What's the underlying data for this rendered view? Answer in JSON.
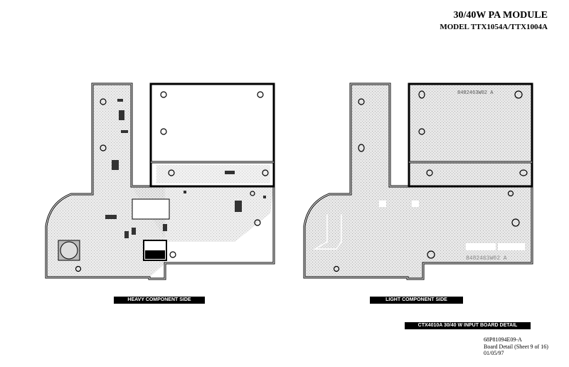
{
  "header": {
    "title": "30/40W PA MODULE",
    "model": "MODEL TTX1054A/TTX1004A"
  },
  "boards": {
    "heavy_label": "HEAVY COMPONENT SIDE",
    "light_label": "LIGHT COMPONENT SIDE",
    "light_part_top": "8482463W02 A",
    "light_part_bottom": "8482463W02 A"
  },
  "footer": {
    "banner": "CTX4010A  30/40 W  INPUT BOARD DETAIL",
    "doc_number": "68P81094E09-A",
    "sheet": "Board Detail (Sheet 9 of 16)",
    "date": "01/05/97"
  },
  "colors": {
    "board_fill": "#d4d4d4",
    "outline": "#000000"
  }
}
